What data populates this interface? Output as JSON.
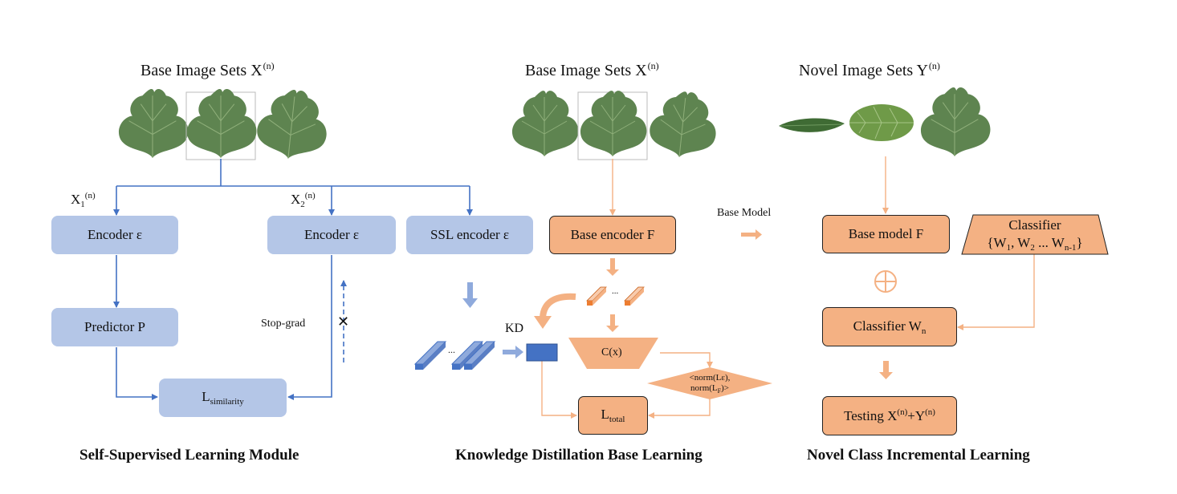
{
  "ssl": {
    "title": "Base Image Sets X",
    "title_sup": "(n)",
    "x1": "X",
    "x1_sub": "1",
    "x1_sup": "(n)",
    "x2": "X",
    "x2_sub": "2",
    "x2_sup": "(n)",
    "encoder_left": "Encoder ε",
    "encoder_mid": "Encoder ε",
    "ssl_encoder": "SSL encoder ε",
    "predictor": "Predictor P",
    "stop_grad": "Stop-grad",
    "stop_mark": "✕",
    "loss": "L",
    "loss_sub": "similarity",
    "caption": "Self-Supervised Learning Module"
  },
  "kd": {
    "title": "Base Image Sets X",
    "title_sup": "(n)",
    "base_encoder": "Base encoder F",
    "kd_label": "KD",
    "ellipsis": "...",
    "cx": "C(x)",
    "norm_line1": "<norm(Lε),",
    "norm_line2": "norm(L",
    "norm_sub": "F",
    "norm_end": ")>",
    "loss": "L",
    "loss_sub": "total",
    "caption": "Knowledge Distillation Base Learning"
  },
  "novel": {
    "title": "Novel Image Sets Y",
    "title_sup": "(n)",
    "base_model_label": "Base Model",
    "base_model_box": "Base model F",
    "classifier_top": "Classifier",
    "classifier_set_open": "{W",
    "classifier_set_s1": "1",
    "classifier_set_mid": ", W",
    "classifier_set_s2": "2",
    "classifier_set_dots": " ... W",
    "classifier_set_s3": "n-1",
    "classifier_set_close": "}",
    "oplus": "⊕",
    "classifier_wn": "Classifier W",
    "classifier_wn_sub": "n",
    "testing": "Testing X",
    "testing_sup1": "(n)",
    "testing_plus": "+Y",
    "testing_sup2": "(n)",
    "caption": "Novel Class Incremental Learning"
  },
  "colors": {
    "blue_box": "#b4c6e7",
    "blue_line": "#4472c4",
    "orange_box": "#f4b183",
    "orange_line": "#f4b183",
    "leaf_dark": "#5b7d4c",
    "leaf_light": "#7a9a60"
  }
}
